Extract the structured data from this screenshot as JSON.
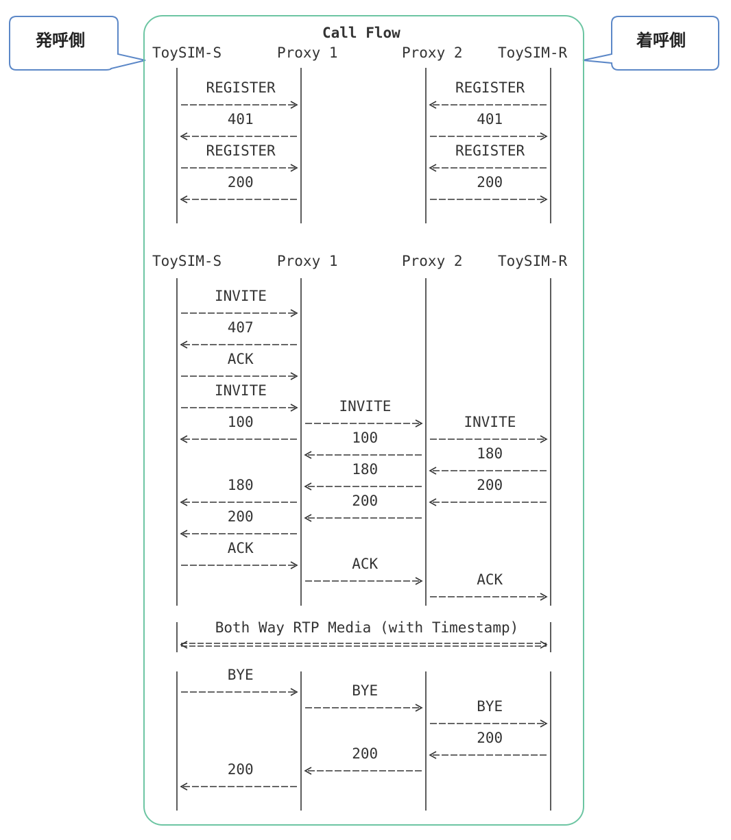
{
  "title": "Call Flow",
  "callouts": {
    "left": "発呼側",
    "right": "着呼側"
  },
  "sections": [
    {
      "headers": [
        "ToySIM-S",
        "Proxy 1",
        "Proxy 2",
        "ToySIM-R"
      ],
      "messages": [
        {
          "label": "REGISTER",
          "from": 0,
          "to": 1
        },
        {
          "label": "401",
          "from": 1,
          "to": 0
        },
        {
          "label": "REGISTER",
          "from": 0,
          "to": 1
        },
        {
          "label": "200",
          "from": 1,
          "to": 0
        },
        {
          "label": "REGISTER",
          "from": 3,
          "to": 2
        },
        {
          "label": "401",
          "from": 2,
          "to": 3
        },
        {
          "label": "REGISTER",
          "from": 3,
          "to": 2
        },
        {
          "label": "200",
          "from": 2,
          "to": 3
        }
      ]
    },
    {
      "headers": [
        "ToySIM-S",
        "Proxy 1",
        "Proxy 2",
        "ToySIM-R"
      ],
      "messages": [
        {
          "label": "INVITE",
          "from": 0,
          "to": 1
        },
        {
          "label": "407",
          "from": 1,
          "to": 0
        },
        {
          "label": "ACK",
          "from": 0,
          "to": 1
        },
        {
          "label": "INVITE",
          "from": 0,
          "to": 1
        },
        {
          "label": "100",
          "from": 1,
          "to": 0
        },
        {
          "label": "INVITE",
          "from": 1,
          "to": 2
        },
        {
          "label": "100",
          "from": 2,
          "to": 1
        },
        {
          "label": "180",
          "from": 2,
          "to": 1
        },
        {
          "label": "200",
          "from": 2,
          "to": 1
        },
        {
          "label": "ACK",
          "from": 1,
          "to": 2
        },
        {
          "label": "INVITE",
          "from": 2,
          "to": 3
        },
        {
          "label": "180",
          "from": 3,
          "to": 2
        },
        {
          "label": "200",
          "from": 3,
          "to": 2
        },
        {
          "label": "ACK",
          "from": 2,
          "to": 3
        },
        {
          "label": "180",
          "from": 1,
          "to": 0
        },
        {
          "label": "200",
          "from": 1,
          "to": 0
        },
        {
          "label": "ACK",
          "from": 0,
          "to": 1
        }
      ]
    },
    {
      "media": {
        "label": "Both Way RTP Media (with Timestamp)",
        "from": 0,
        "to": 3
      }
    },
    {
      "messages": [
        {
          "label": "BYE",
          "from": 0,
          "to": 1
        },
        {
          "label": "BYE",
          "from": 1,
          "to": 2
        },
        {
          "label": "BYE",
          "from": 2,
          "to": 3
        },
        {
          "label": "200",
          "from": 3,
          "to": 2
        },
        {
          "label": "200",
          "from": 2,
          "to": 1
        },
        {
          "label": "200",
          "from": 1,
          "to": 0
        }
      ]
    }
  ]
}
